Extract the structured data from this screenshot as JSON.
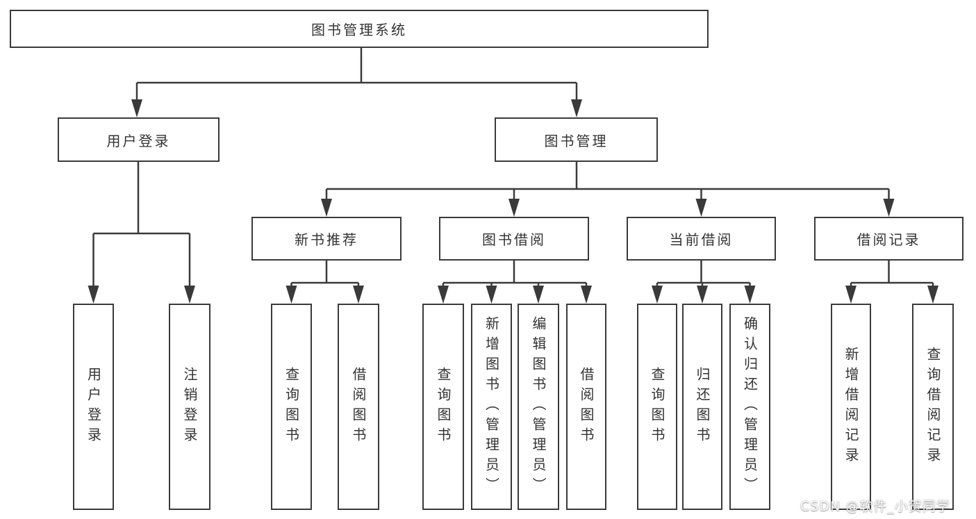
{
  "colors": {
    "line": "#3a3a3a",
    "box_border": "#3a3a3a",
    "text": "#333333",
    "background": "#ffffff",
    "watermark_text_color": "#f2f2f2"
  },
  "watermark": {
    "text": "CSDN @软件_小贺同学"
  },
  "tree": {
    "root": {
      "label": "图书管理系统",
      "children": [
        {
          "label": "用户登录",
          "children": [
            {
              "label": "用户登录"
            },
            {
              "label": "注销登录"
            }
          ]
        },
        {
          "label": "图书管理",
          "children": [
            {
              "label": "新书推荐",
              "children": [
                {
                  "label": "查询图书"
                },
                {
                  "label": "借阅图书"
                }
              ]
            },
            {
              "label": "图书借阅",
              "children": [
                {
                  "label": "查询图书"
                },
                {
                  "label": "新增图书（管理员）"
                },
                {
                  "label": "编辑图书（管理员）"
                },
                {
                  "label": "借阅图书"
                }
              ]
            },
            {
              "label": "当前借阅",
              "children": [
                {
                  "label": "查询图书"
                },
                {
                  "label": "归还图书"
                },
                {
                  "label": "确认归还（管理员）"
                }
              ]
            },
            {
              "label": "借阅记录",
              "children": [
                {
                  "label": "新增借阅记录"
                },
                {
                  "label": "查询借阅记录"
                }
              ]
            }
          ]
        }
      ]
    }
  }
}
